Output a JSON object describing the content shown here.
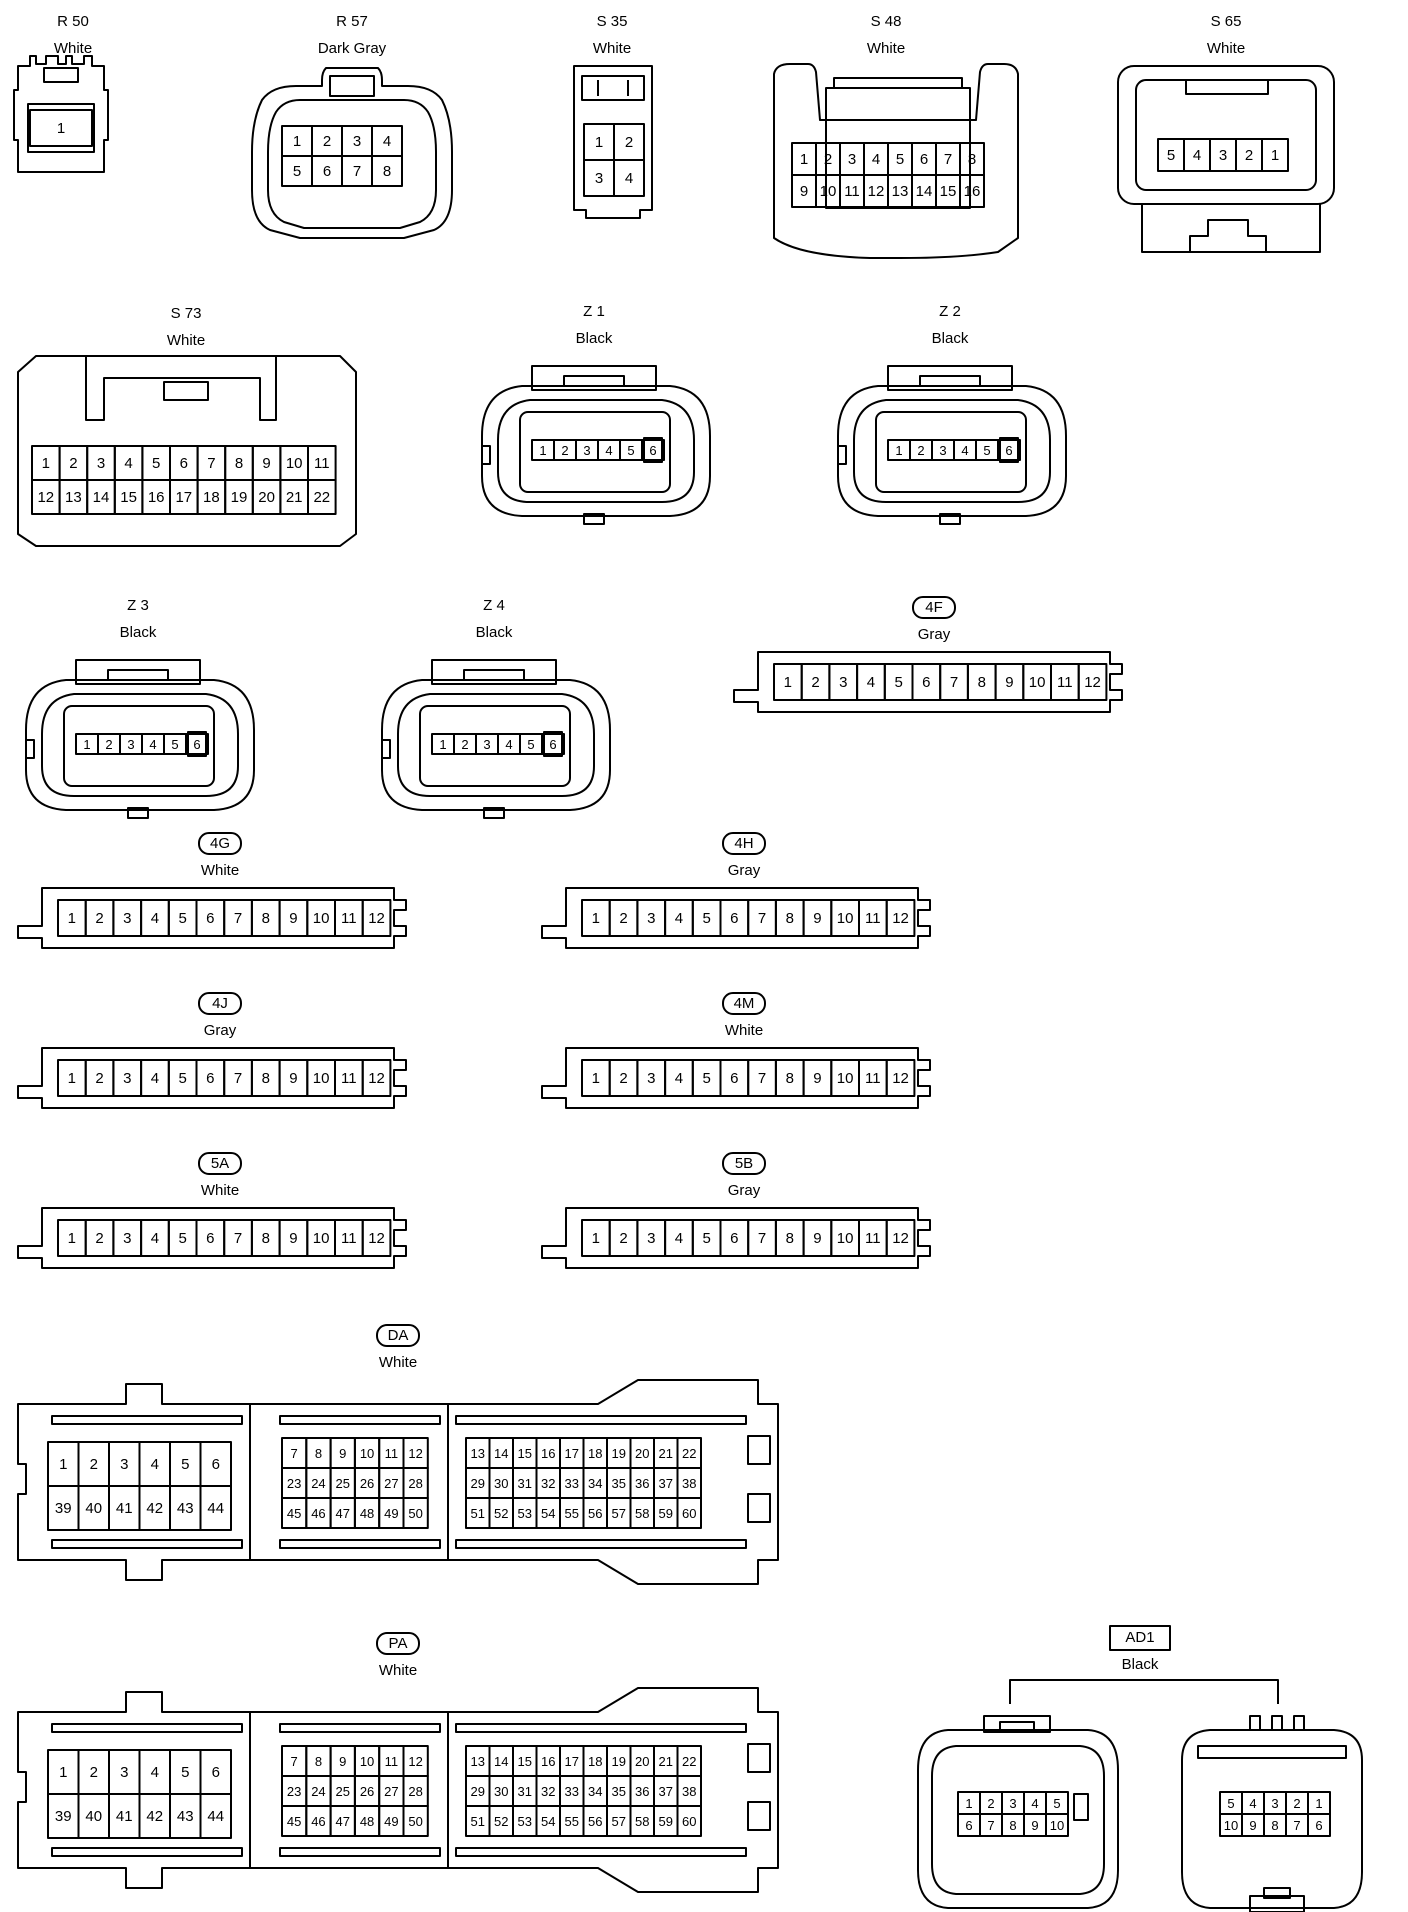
{
  "connectors": [
    {
      "id": "R 50",
      "color": "White",
      "pins": [
        [
          "1"
        ]
      ]
    },
    {
      "id": "R 57",
      "color": "Dark Gray",
      "pins": [
        [
          "1",
          "2",
          "3",
          "4"
        ],
        [
          "5",
          "6",
          "7",
          "8"
        ]
      ]
    },
    {
      "id": "S 35",
      "color": "White",
      "pins": [
        [
          "1",
          "2"
        ],
        [
          "3",
          "4"
        ]
      ]
    },
    {
      "id": "S 48",
      "color": "White",
      "pins": [
        [
          "1",
          "2",
          "3",
          "4",
          "5",
          "6",
          "7",
          "8"
        ],
        [
          "9",
          "10",
          "11",
          "12",
          "13",
          "14",
          "15",
          "16"
        ]
      ]
    },
    {
      "id": "S 65",
      "color": "White",
      "pins": [
        [
          "5",
          "4",
          "3",
          "2",
          "1"
        ]
      ]
    },
    {
      "id": "S 73",
      "color": "White",
      "pins": [
        [
          "1",
          "2",
          "3",
          "4",
          "5",
          "6",
          "7",
          "8",
          "9",
          "10",
          "11"
        ],
        [
          "12",
          "13",
          "14",
          "15",
          "16",
          "17",
          "18",
          "19",
          "20",
          "21",
          "22"
        ]
      ]
    },
    {
      "id": "Z 1",
      "color": "Black",
      "pins": [
        [
          "1",
          "2",
          "3",
          "4",
          "5",
          "6"
        ]
      ]
    },
    {
      "id": "Z 2",
      "color": "Black",
      "pins": [
        [
          "1",
          "2",
          "3",
          "4",
          "5",
          "6"
        ]
      ]
    },
    {
      "id": "Z 3",
      "color": "Black",
      "pins": [
        [
          "1",
          "2",
          "3",
          "4",
          "5",
          "6"
        ]
      ]
    },
    {
      "id": "Z 4",
      "color": "Black",
      "pins": [
        [
          "1",
          "2",
          "3",
          "4",
          "5",
          "6"
        ]
      ]
    },
    {
      "id": "4F",
      "color": "Gray",
      "badge": true,
      "pins": [
        [
          "1",
          "2",
          "3",
          "4",
          "5",
          "6",
          "7",
          "8",
          "9",
          "10",
          "11",
          "12"
        ]
      ]
    },
    {
      "id": "4G",
      "color": "White",
      "badge": true,
      "pins": [
        [
          "1",
          "2",
          "3",
          "4",
          "5",
          "6",
          "7",
          "8",
          "9",
          "10",
          "11",
          "12"
        ]
      ]
    },
    {
      "id": "4H",
      "color": "Gray",
      "badge": true,
      "pins": [
        [
          "1",
          "2",
          "3",
          "4",
          "5",
          "6",
          "7",
          "8",
          "9",
          "10",
          "11",
          "12"
        ]
      ]
    },
    {
      "id": "4J",
      "color": "Gray",
      "badge": true,
      "pins": [
        [
          "1",
          "2",
          "3",
          "4",
          "5",
          "6",
          "7",
          "8",
          "9",
          "10",
          "11",
          "12"
        ]
      ]
    },
    {
      "id": "4M",
      "color": "White",
      "badge": true,
      "pins": [
        [
          "1",
          "2",
          "3",
          "4",
          "5",
          "6",
          "7",
          "8",
          "9",
          "10",
          "11",
          "12"
        ]
      ]
    },
    {
      "id": "5A",
      "color": "White",
      "badge": true,
      "pins": [
        [
          "1",
          "2",
          "3",
          "4",
          "5",
          "6",
          "7",
          "8",
          "9",
          "10",
          "11",
          "12"
        ]
      ]
    },
    {
      "id": "5B",
      "color": "Gray",
      "badge": true,
      "pins": [
        [
          "1",
          "2",
          "3",
          "4",
          "5",
          "6",
          "7",
          "8",
          "9",
          "10",
          "11",
          "12"
        ]
      ]
    },
    {
      "id": "DA",
      "color": "White",
      "badge": true,
      "blocks": [
        [
          [
            "1",
            "2",
            "3",
            "4",
            "5",
            "6"
          ],
          [
            "39",
            "40",
            "41",
            "42",
            "43",
            "44"
          ]
        ],
        [
          [
            "7",
            "8",
            "9",
            "10",
            "11",
            "12"
          ],
          [
            "23",
            "24",
            "25",
            "26",
            "27",
            "28"
          ],
          [
            "45",
            "46",
            "47",
            "48",
            "49",
            "50"
          ]
        ],
        [
          [
            "13",
            "14",
            "15",
            "16",
            "17",
            "18",
            "19",
            "20",
            "21",
            "22"
          ],
          [
            "29",
            "30",
            "31",
            "32",
            "33",
            "34",
            "35",
            "36",
            "37",
            "38"
          ],
          [
            "51",
            "52",
            "53",
            "54",
            "55",
            "56",
            "57",
            "58",
            "59",
            "60"
          ]
        ]
      ]
    },
    {
      "id": "PA",
      "color": "White",
      "badge": true,
      "blocks": [
        [
          [
            "1",
            "2",
            "3",
            "4",
            "5",
            "6"
          ],
          [
            "39",
            "40",
            "41",
            "42",
            "43",
            "44"
          ]
        ],
        [
          [
            "7",
            "8",
            "9",
            "10",
            "11",
            "12"
          ],
          [
            "23",
            "24",
            "25",
            "26",
            "27",
            "28"
          ],
          [
            "45",
            "46",
            "47",
            "48",
            "49",
            "50"
          ]
        ],
        [
          [
            "13",
            "14",
            "15",
            "16",
            "17",
            "18",
            "19",
            "20",
            "21",
            "22"
          ],
          [
            "29",
            "30",
            "31",
            "32",
            "33",
            "34",
            "35",
            "36",
            "37",
            "38"
          ],
          [
            "51",
            "52",
            "53",
            "54",
            "55",
            "56",
            "57",
            "58",
            "59",
            "60"
          ]
        ]
      ]
    },
    {
      "id": "AD1",
      "color": "Black",
      "box": true,
      "pair": [
        [
          [
            "1",
            "2",
            "3",
            "4",
            "5"
          ],
          [
            "6",
            "7",
            "8",
            "9",
            "10"
          ]
        ],
        [
          [
            "5",
            "4",
            "3",
            "2",
            "1"
          ],
          [
            "10",
            "9",
            "8",
            "7",
            "6"
          ]
        ]
      ]
    }
  ]
}
